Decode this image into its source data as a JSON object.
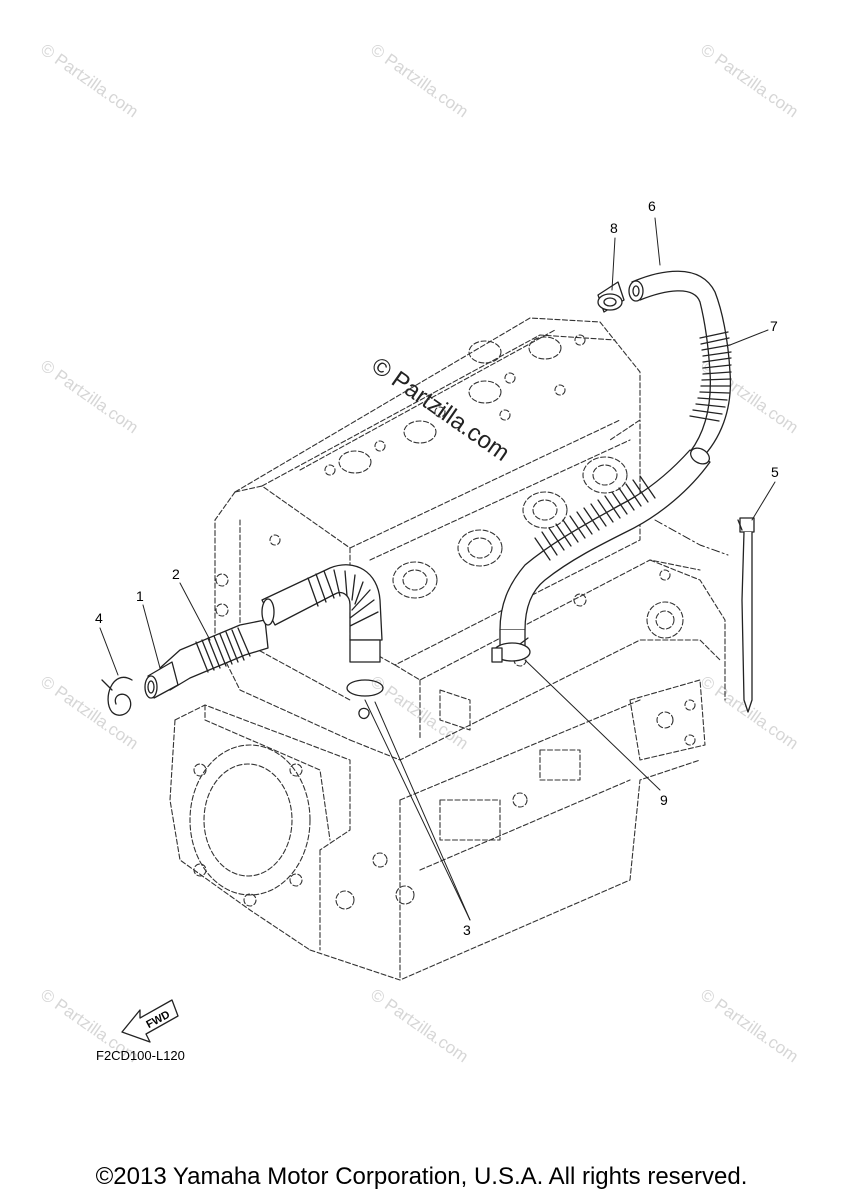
{
  "watermark": {
    "text": "© Partzilla.com"
  },
  "callouts": [
    "1",
    "2",
    "3",
    "4",
    "5",
    "6",
    "7",
    "8",
    "9"
  ],
  "fwd_label": "FWD",
  "diagram_code": "F2CD100-L120",
  "copyright": "©2013 Yamaha Motor Corporation, U.S.A. All rights reserved.",
  "colors": {
    "line": "#222222",
    "watermark": "#d6d6d6"
  }
}
